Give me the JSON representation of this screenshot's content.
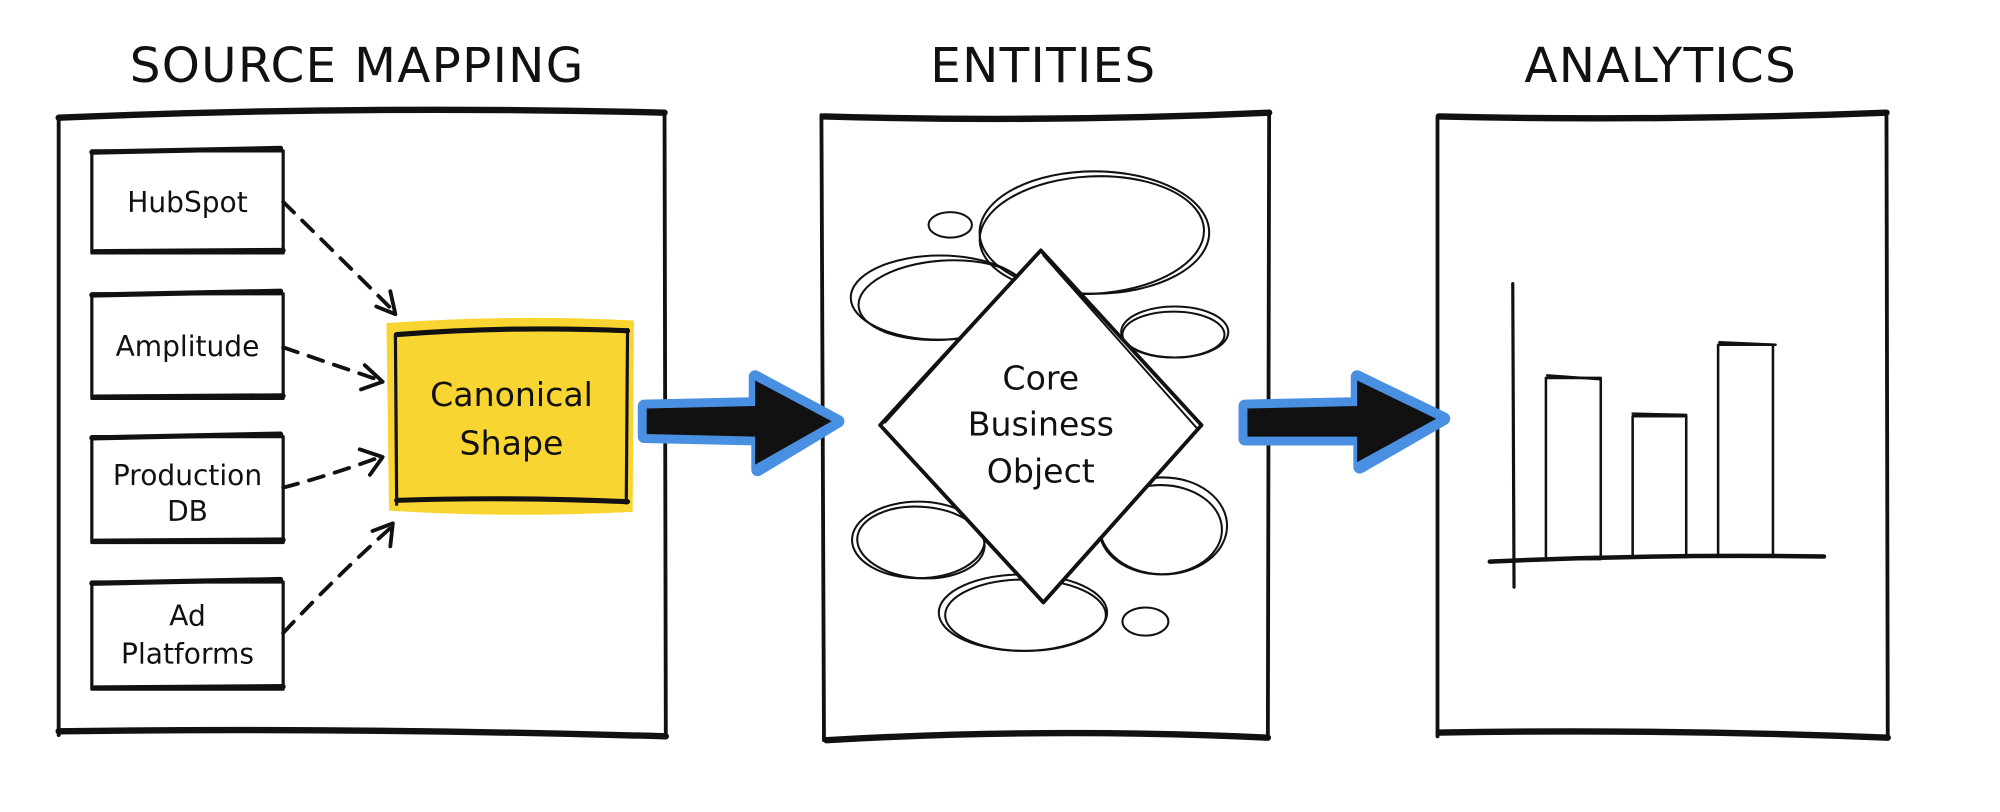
{
  "sections": {
    "source": {
      "title": "SOURCE MAPPING"
    },
    "entities": {
      "title": "ENTITIES"
    },
    "analytics": {
      "title": "ANALYTICS"
    }
  },
  "sources": [
    {
      "line1": "HubSpot",
      "line2": ""
    },
    {
      "line1": "Amplitude",
      "line2": ""
    },
    {
      "line1": "Production",
      "line2": "DB"
    },
    {
      "line1": "Ad",
      "line2": "Platforms"
    }
  ],
  "canonical": {
    "line1": "Canonical",
    "line2": "Shape"
  },
  "core": {
    "line1": "Core",
    "line2": "Business",
    "line3": "Object"
  },
  "colors": {
    "highlight": "#F9D531",
    "arrow_glow": "#4A90E2",
    "ink": "#111111"
  }
}
